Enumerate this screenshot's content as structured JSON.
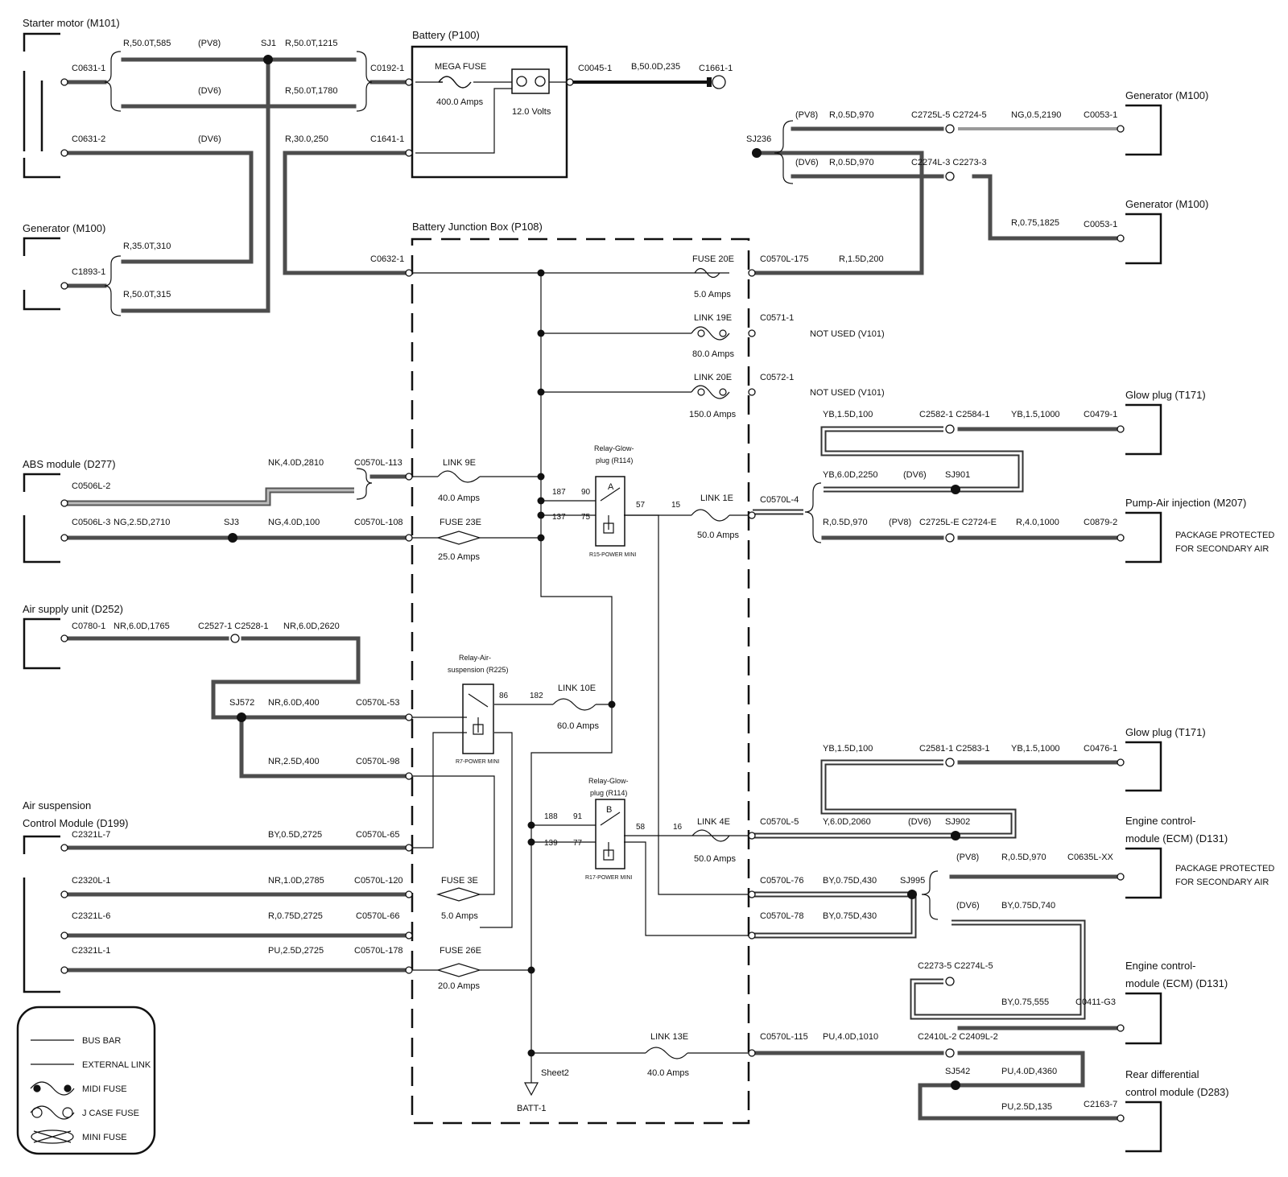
{
  "components": {
    "starter_motor": "Starter motor (M101)",
    "generator_left": "Generator (M100)",
    "abs_module": "ABS module (D277)",
    "air_supply_unit": "Air supply unit (D252)",
    "air_susp_line1": "Air suspension",
    "air_susp_line2": "Control Module (D199)",
    "battery": "Battery (P100)",
    "bjb": "Battery Junction Box (P108)",
    "generator_r1": "Generator (M100)",
    "generator_r2": "Generator (M100)",
    "glow_plug_1": "Glow plug (T171)",
    "pump_air": "Pump-Air injection (M207)",
    "glow_plug_2": "Glow plug (T171)",
    "ecm1_line1": "Engine control-",
    "ecm1_line2": "module (ECM) (D131)",
    "ecm2_line1": "Engine control-",
    "ecm2_line2": "module (ECM) (D131)",
    "rdcm_line1": "Rear differential",
    "rdcm_line2": "control module (D283)"
  },
  "connectors": {
    "c0631_1": "C0631-1",
    "c0631_2": "C0631-2",
    "c1893_1": "C1893-1",
    "c0192_1": "C0192-1",
    "c1641_1": "C1641-1",
    "c0045_1": "C0045-1",
    "c1661_1": "C1661-1",
    "c0632_1": "C0632-1",
    "c0570l_175": "C0570L-175",
    "c0571_1": "C0571-1",
    "c0572_1": "C0572-1",
    "c0053_1a": "C0053-1",
    "c0053_1b": "C0053-1",
    "c2725l_5": "C2725L-5 C2724-5",
    "c2274l_3": "C2274L-3 C2273-3",
    "c0506l_2": "C0506L-2",
    "c0506l_3": "C0506L-3",
    "c0570l_113": "C0570L-113",
    "c0570l_108": "C0570L-108",
    "c0570l_4": "C0570L-4",
    "c2582_1": "C2582-1 C2584-1",
    "c0479_1": "C0479-1",
    "c2725l_e": "C2725L-E C2724-E",
    "c0879_2": "C0879-2",
    "c0780_1": "C0780-1",
    "c2527_1": "C2527-1 C2528-1",
    "c0570l_53": "C0570L-53",
    "c0570l_98": "C0570L-98",
    "c2321l_7": "C2321L-7",
    "c0570l_65": "C0570L-65",
    "c2320l_1": "C2320L-1",
    "c0570l_120": "C0570L-120",
    "c2321l_6": "C2321L-6",
    "c0570l_66": "C0570L-66",
    "c2321l_1": "C2321L-1",
    "c0570l_178": "C0570L-178",
    "c2581_1": "C2581-1 C2583-1",
    "c0476_1": "C0476-1",
    "c0570l_5": "C0570L-5",
    "c0570l_76": "C0570L-76",
    "c0570l_78": "C0570L-78",
    "c0635l_xx": "C0635L-XX",
    "c2273_5": "C2273-5 C2274L-5",
    "c0411_g3": "C0411-G3",
    "c0570l_115": "C0570L-115",
    "c2410l_2": "C2410L-2 C2409L-2",
    "c2163_7": "C2163-7"
  },
  "wires": {
    "w_r50_585": "R,50.0T,585",
    "w_pv8_a": "(PV8)",
    "w_r50_1215": "R,50.0T,1215",
    "w_dv6_a": "(DV6)",
    "w_r50_1780": "R,50.0T,1780",
    "w_dv6_b": "(DV6)",
    "w_r30_250": "R,30.0,250",
    "w_r35_310": "R,35.0T,310",
    "w_r50_315": "R,50.0T,315",
    "w_b50_235": "B,50.0D,235",
    "w_r15_200": "R,1.5D,200",
    "w_pv8_gen": "(PV8)",
    "w_r05_970a": "R,0.5D,970",
    "w_ng05_2190": "NG,0.5,2190",
    "w_dv6_gen": "(DV6)",
    "w_r05_970b": "R,0.5D,970",
    "w_r075_1825": "R,0.75,1825",
    "w_nk40_2810": "NK,4.0D,2810",
    "w_ng25_2710": "NG,2.5D,2710",
    "w_ng40_100": "NG,4.0D,100",
    "w_yb15_100a": "YB,1.5D,100",
    "w_yb15_1000a": "YB,1.5,1000",
    "w_yb60_2250": "YB,6.0D,2250",
    "w_dv6_gp": "(DV6)",
    "w_r05_970c": "R,0.5D,970",
    "w_pv8_pump": "(PV8)",
    "w_r40_1000": "R,4.0,1000",
    "w_nr60_1765": "NR,6.0D,1765",
    "w_nr60_2620": "NR,6.0D,2620",
    "w_nr60_400": "NR,6.0D,400",
    "w_nr25_400": "NR,2.5D,400",
    "w_by05_2725": "BY,0.5D,2725",
    "w_nr10_2785": "NR,1.0D,2785",
    "w_r075_2725": "R,0.75D,2725",
    "w_pu25_2725": "PU,2.5D,2725",
    "w_yb15_100b": "YB,1.5D,100",
    "w_yb15_1000b": "YB,1.5,1000",
    "w_y60_2060": "Y,6.0D,2060",
    "w_dv6_gp2": "(DV6)",
    "w_by075_430a": "BY,0.75D,430",
    "w_by075_430b": "BY,0.75D,430",
    "w_pv8_ecm": "(PV8)",
    "w_r05_970d": "R,0.5D,970",
    "w_dv6_ecm": "(DV6)",
    "w_by075_740": "BY,0.75D,740",
    "w_by075_555": "BY,0.75,555",
    "w_pu40_1010": "PU,4.0D,1010",
    "w_pu40_4360": "PU,4.0D,4360",
    "w_pu25_135": "PU,2.5D,135"
  },
  "splices": {
    "sj1": "SJ1",
    "sj236": "SJ236",
    "sj3": "SJ3",
    "sj901": "SJ901",
    "sj572": "SJ572",
    "sj902": "SJ902",
    "sj995": "SJ995",
    "sj542": "SJ542"
  },
  "fuses": {
    "mega_fuse": "MEGA FUSE",
    "mega_rating": "400.0 Amps",
    "battery_volts": "12.0 Volts",
    "fuse20e": "FUSE 20E",
    "fuse20e_amps": "5.0 Amps",
    "link19e": "LINK 19E",
    "link19e_amps": "80.0 Amps",
    "link20e": "LINK 20E",
    "link20e_amps": "150.0 Amps",
    "link9e": "LINK 9E",
    "link9e_amps": "40.0 Amps",
    "fuse23e": "FUSE 23E",
    "fuse23e_amps": "25.0 Amps",
    "link1e": "LINK 1E",
    "link1e_amps": "50.0 Amps",
    "link10e": "LINK 10E",
    "link10e_amps": "60.0 Amps",
    "fuse3e": "FUSE 3E",
    "fuse3e_amps": "5.0 Amps",
    "link4e": "LINK 4E",
    "link4e_amps": "50.0 Amps",
    "fuse26e": "FUSE 26E",
    "fuse26e_amps": "20.0 Amps",
    "link13e": "LINK 13E",
    "link13e_amps": "40.0 Amps"
  },
  "relays": {
    "glow_a_l1": "Relay-Glow-",
    "glow_a_l2": "plug (R114)",
    "glow_a_name": "R15-POWER MINI",
    "air_l1": "Relay-Air-",
    "air_l2": "suspension (R225)",
    "air_name": "R7-POWER MINI",
    "glow_b_l1": "Relay-Glow-",
    "glow_b_l2": "plug (R114)",
    "glow_b_name": "R17-POWER MINI",
    "letter_a": "A",
    "letter_b": "B",
    "p187": "187",
    "p90": "90",
    "p137": "137",
    "p75": "75",
    "p57": "57",
    "p15": "15",
    "p86": "86",
    "p182": "182",
    "p188": "188",
    "p91": "91",
    "p139": "139",
    "p77": "77",
    "p58": "58",
    "p16": "16"
  },
  "notes": {
    "not_used_1": "NOT USED (V101)",
    "not_used_2": "NOT USED (V101)",
    "pkg1_l1": "PACKAGE PROTECTED",
    "pkg1_l2": "FOR SECONDARY AIR",
    "pkg2_l1": "PACKAGE PROTECTED",
    "pkg2_l2": "FOR SECONDARY AIR",
    "sheet2": "Sheet2",
    "batt1": "BATT-1"
  },
  "legend": {
    "bus_bar": "BUS BAR",
    "external_link": "EXTERNAL LINK",
    "midi_fuse": "MIDI FUSE",
    "j_case_fuse": "J CASE  FUSE",
    "mini_fuse": "MINI FUSE"
  }
}
